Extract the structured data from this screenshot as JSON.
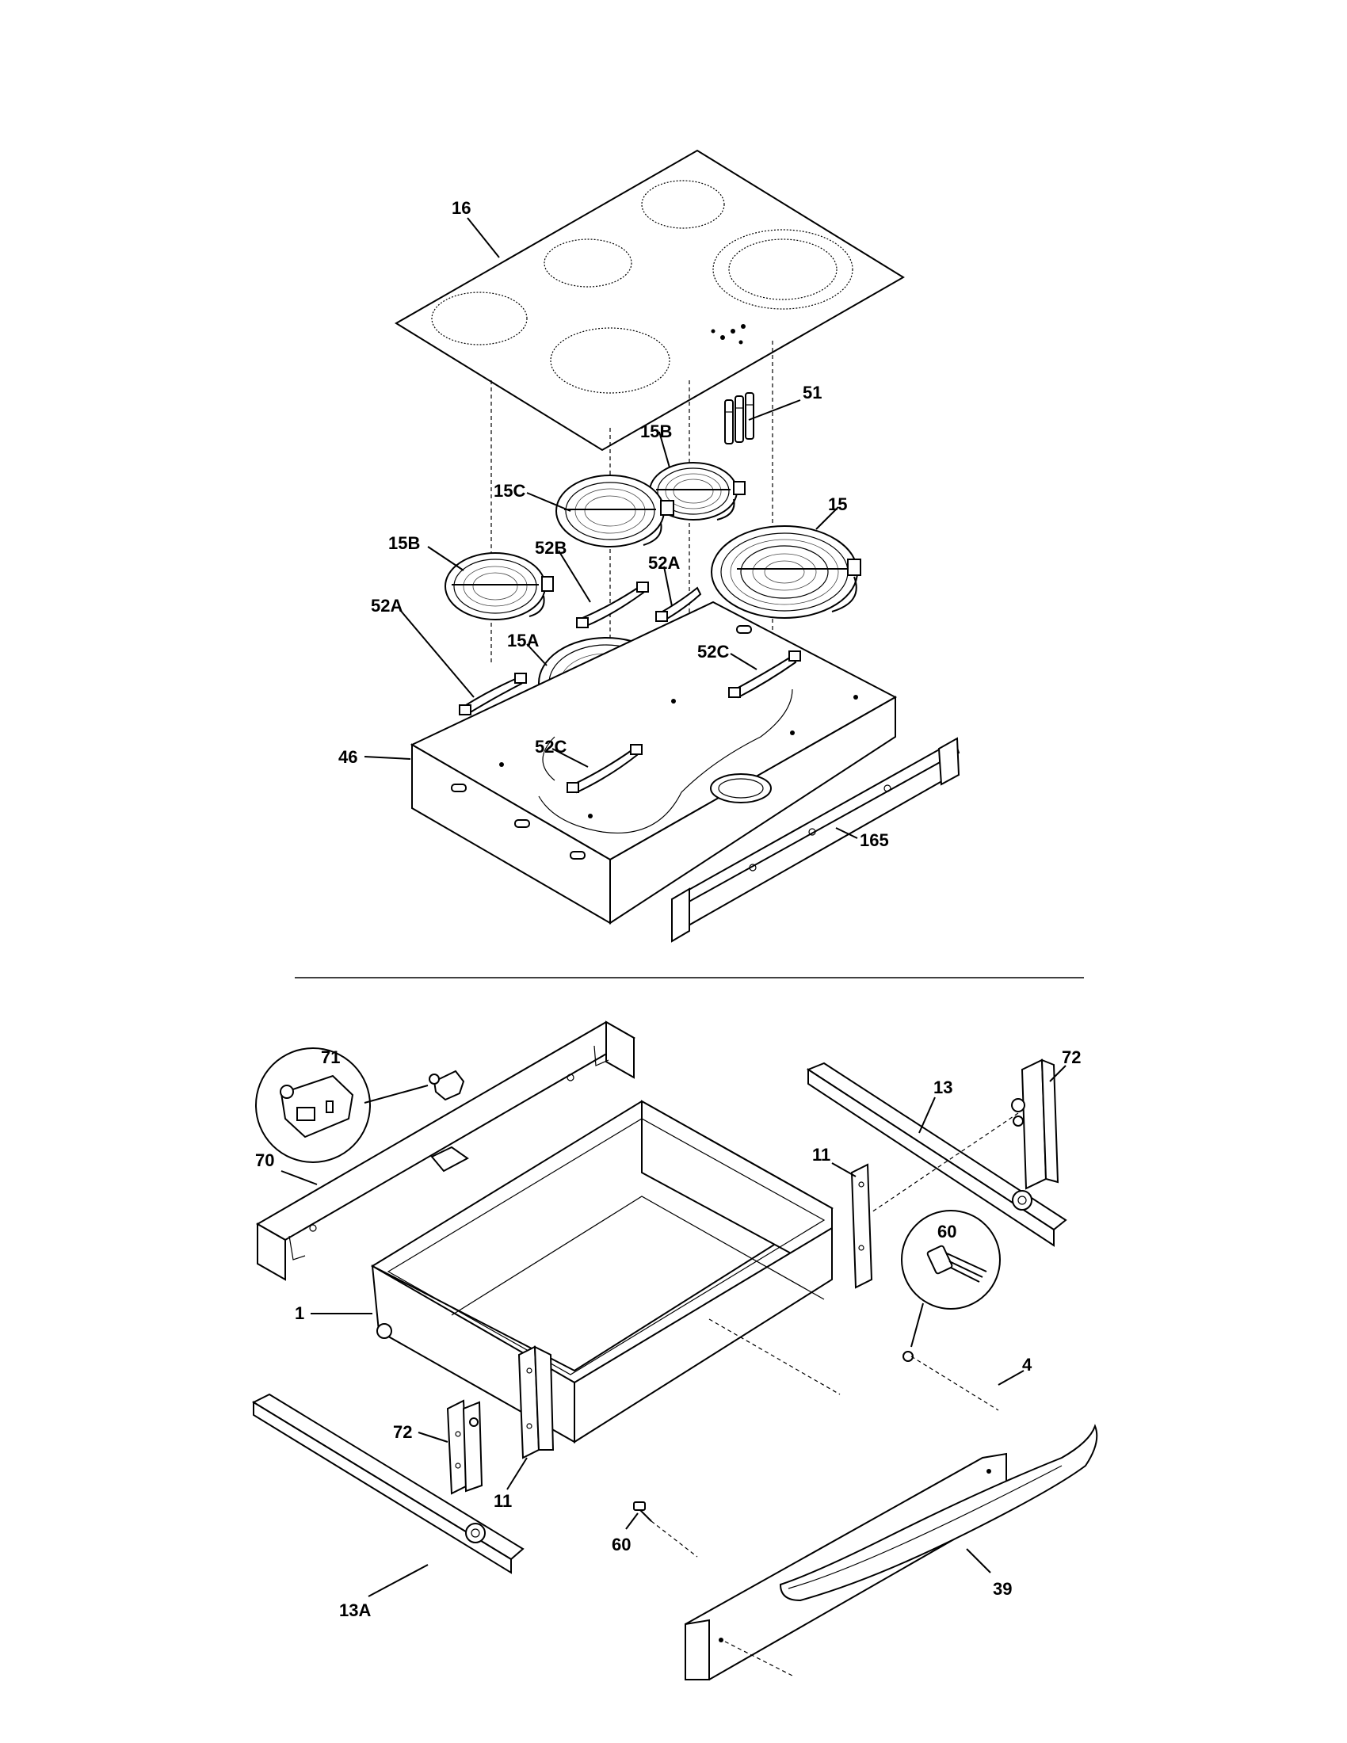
{
  "callouts": {
    "c16": "16",
    "c51": "51",
    "c15B_top": "15B",
    "c15C": "15C",
    "c15": "15",
    "c15B_left": "15B",
    "c52B": "52B",
    "c52A_right": "52A",
    "c52A_left": "52A",
    "c15A": "15A",
    "c52C_right": "52C",
    "c52C_left": "52C",
    "c46": "46",
    "c165": "165",
    "c71": "71",
    "c72_top": "72",
    "c13": "13",
    "c70": "70",
    "c11_top": "11",
    "c60_circle": "60",
    "c1": "1",
    "c4": "4",
    "c72_bottom": "72",
    "c11_bottom": "11",
    "c60_bottom": "60",
    "c13A": "13A",
    "c39": "39"
  }
}
